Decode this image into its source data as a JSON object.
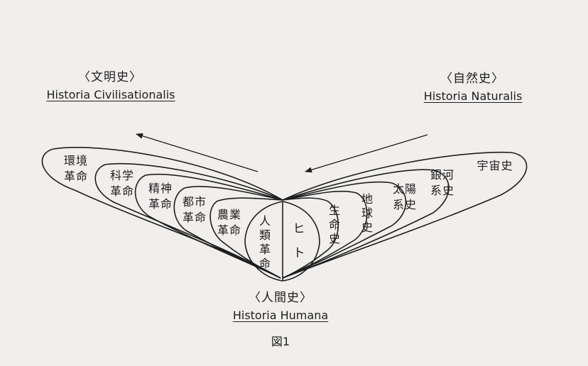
{
  "labels": {
    "civilization_jp": "〈文明史〉",
    "civilization_latin": "Historia Civilisationalis",
    "nature_jp": "〈自然史〉",
    "nature_latin": "Historia Naturalis",
    "human_jp": "〈人間史〉",
    "human_latin": "Historia Humana",
    "figure_caption": "図1"
  },
  "left_petals": [
    {
      "lines": [
        "環境",
        "革命"
      ]
    },
    {
      "lines": [
        "科学",
        "革命"
      ]
    },
    {
      "lines": [
        "精神",
        "革命"
      ]
    },
    {
      "lines": [
        "都市",
        "革命"
      ]
    },
    {
      "lines": [
        "農業",
        "革命"
      ]
    }
  ],
  "center_left": {
    "chars": [
      "人",
      "類",
      "革",
      "命"
    ]
  },
  "center_right": {
    "chars": [
      "ヒ",
      "ト"
    ]
  },
  "right_petals": [
    {
      "chars": [
        "生",
        "命",
        "史"
      ]
    },
    {
      "chars": [
        "地",
        "球",
        "史"
      ]
    },
    {
      "lines": [
        "太陽",
        "系史"
      ]
    },
    {
      "lines": [
        "銀河",
        "系史"
      ]
    },
    {
      "lines": [
        "宇宙史"
      ]
    }
  ]
}
